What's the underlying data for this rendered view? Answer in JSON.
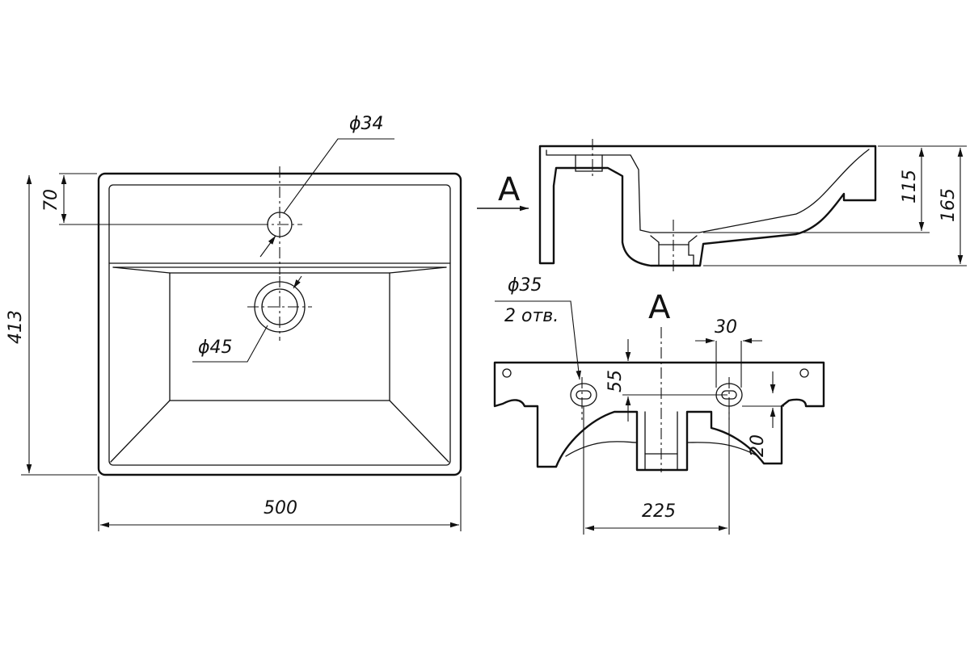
{
  "dimensions": {
    "top_width": "500",
    "top_depth": "413",
    "tap_offset": "70",
    "tap_hole_dia": "ϕ34",
    "drain_dia": "ϕ45",
    "bowl_depth": "115",
    "total_height": "165",
    "mount_hole_dia": "ϕ35",
    "mount_hole_count": "2 отв.",
    "slot_width": "30",
    "hole_offset_from_edge": "55",
    "hole_spacing": "225",
    "hole_drop": "20"
  },
  "section_labels": {
    "arrow_label": "A",
    "view_label": "A"
  }
}
